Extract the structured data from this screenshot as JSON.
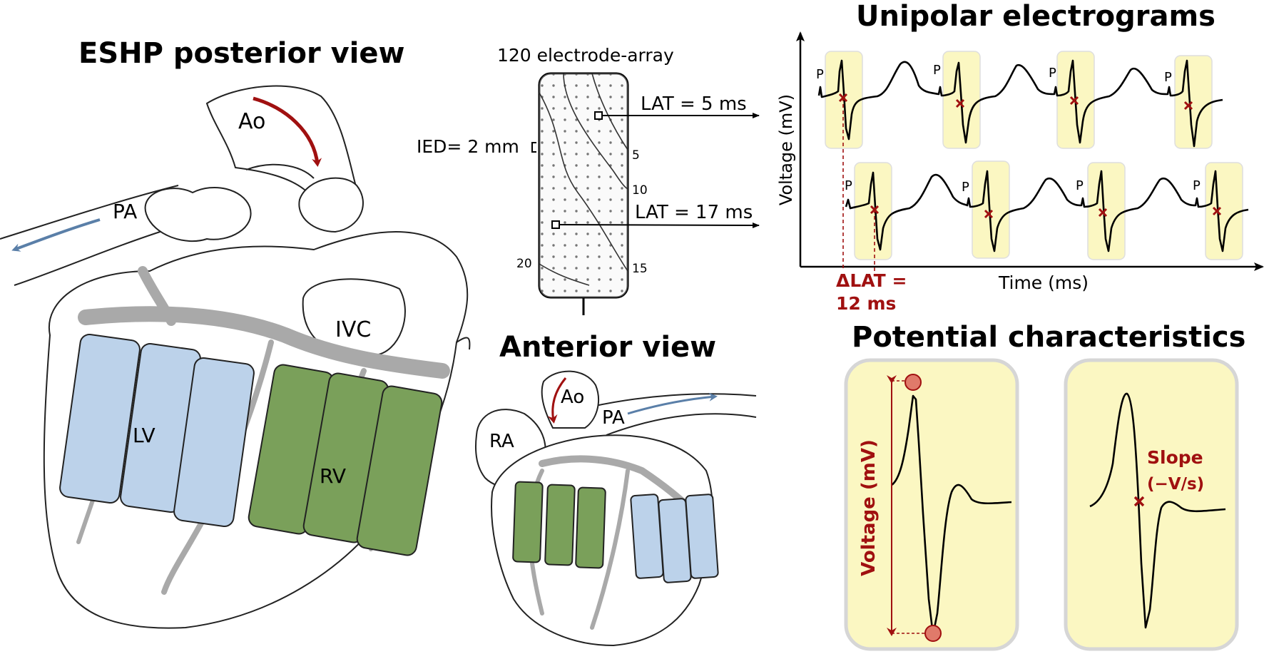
{
  "posterior": {
    "title": "ESHP posterior view",
    "ao_label": "Ao",
    "pa_label": "PA",
    "ivc_label": "IVC",
    "lv_label": "LV",
    "rv_label": "RV"
  },
  "array": {
    "title": "120 electrode-array",
    "ied_label": "IED= 2 mm",
    "isochrones": [
      "5",
      "10",
      "15",
      "20"
    ],
    "lat_top": "LAT = 5 ms",
    "lat_bottom": "LAT = 17 ms"
  },
  "anterior": {
    "title": "Anterior view",
    "ao_label": "Ao",
    "pa_label": "PA",
    "ra_label": "RA"
  },
  "electrograms": {
    "title": "Unipolar electrograms",
    "ylabel": "Voltage (mV)",
    "xlabel": "Time (ms)",
    "p_label": "P",
    "delta_lat_line1": "ΔLAT =",
    "delta_lat_line2": "12 ms"
  },
  "characteristics": {
    "title": "Potential characteristics",
    "voltage_label": "Voltage (mV)",
    "slope_label": "Slope",
    "slope_unit": "(−V/s)"
  },
  "colors": {
    "lv_patch": "#bcd2ea",
    "rv_patch": "#7aa05a",
    "highlight": "#fbf7c2",
    "accent_red": "#a01010",
    "flow_blue": "#5a7fa8",
    "vessel_gray": "#a9a9a9"
  }
}
